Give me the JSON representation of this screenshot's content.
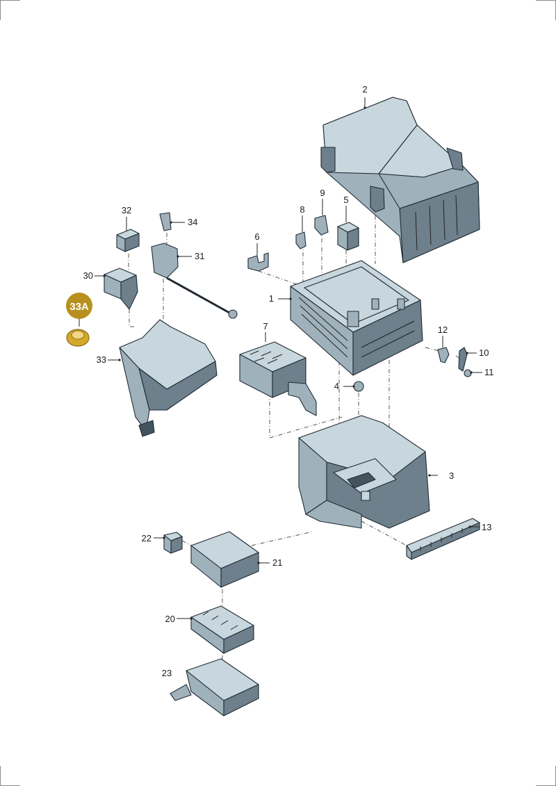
{
  "diagram": {
    "callouts": [
      {
        "id": "p1",
        "label": "1"
      },
      {
        "id": "p2",
        "label": "2"
      },
      {
        "id": "p3",
        "label": "3"
      },
      {
        "id": "p4",
        "label": "4"
      },
      {
        "id": "p5",
        "label": "5"
      },
      {
        "id": "p6",
        "label": "6"
      },
      {
        "id": "p7",
        "label": "7"
      },
      {
        "id": "p8",
        "label": "8"
      },
      {
        "id": "p9",
        "label": "9"
      },
      {
        "id": "p10",
        "label": "10"
      },
      {
        "id": "p11",
        "label": "11"
      },
      {
        "id": "p12",
        "label": "12"
      },
      {
        "id": "p13",
        "label": "13"
      },
      {
        "id": "p20",
        "label": "20"
      },
      {
        "id": "p21",
        "label": "21"
      },
      {
        "id": "p22",
        "label": "22"
      },
      {
        "id": "p23",
        "label": "23"
      },
      {
        "id": "p30",
        "label": "30"
      },
      {
        "id": "p31",
        "label": "31"
      },
      {
        "id": "p32",
        "label": "32"
      },
      {
        "id": "p33",
        "label": "33"
      },
      {
        "id": "p34",
        "label": "34"
      }
    ],
    "highlight": {
      "label": "33A",
      "color": "#b8901e"
    },
    "colors": {
      "part_light": "#c8d6dd",
      "part_mid": "#9fb2bc",
      "part_dark": "#6d808b",
      "outline": "#1f2a33"
    }
  }
}
